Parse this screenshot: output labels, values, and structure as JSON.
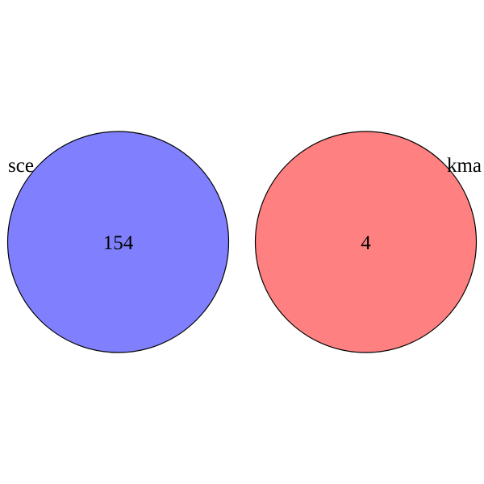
{
  "diagram": {
    "type": "venn",
    "sets": [
      {
        "name": "sce",
        "count": "154",
        "fill_color": "#8080ff",
        "stroke_color": "#000000"
      },
      {
        "name": "kma",
        "count": "4",
        "fill_color": "#ff8080",
        "stroke_color": "#000000"
      }
    ],
    "background_color": "#ffffff"
  }
}
